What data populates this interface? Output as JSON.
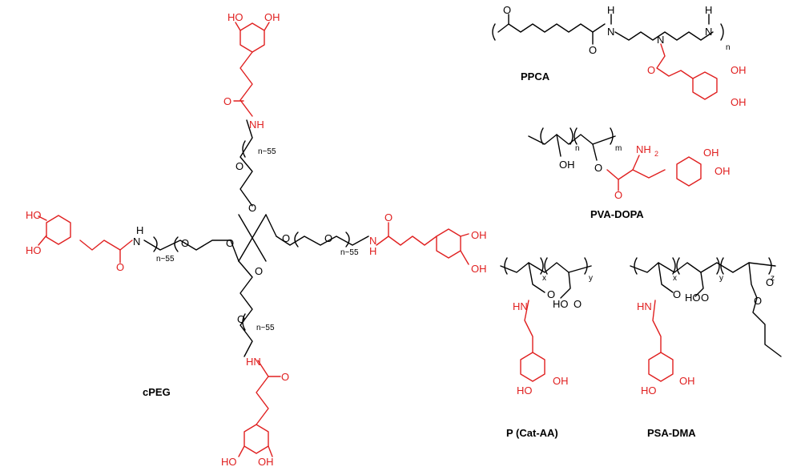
{
  "labels": {
    "cpeg": "cPEG",
    "ppca": "PPCA",
    "pvadopa": "PVA-DOPA",
    "pcataa": "P (Cat-AA)",
    "psadma": "PSA-DMA"
  },
  "atoms": {
    "oh": "OH",
    "ho": "HO",
    "o": "O",
    "n": "N",
    "h": "H",
    "nh": "NH",
    "hn": "HN",
    "nh2": "NH",
    "sub2": "2",
    "n55": "n~55"
  },
  "subscripts": {
    "n": "n",
    "m": "m",
    "x": "x",
    "y": "y",
    "z": "z"
  },
  "colors": {
    "black": "#000000",
    "red": "#e02020"
  }
}
